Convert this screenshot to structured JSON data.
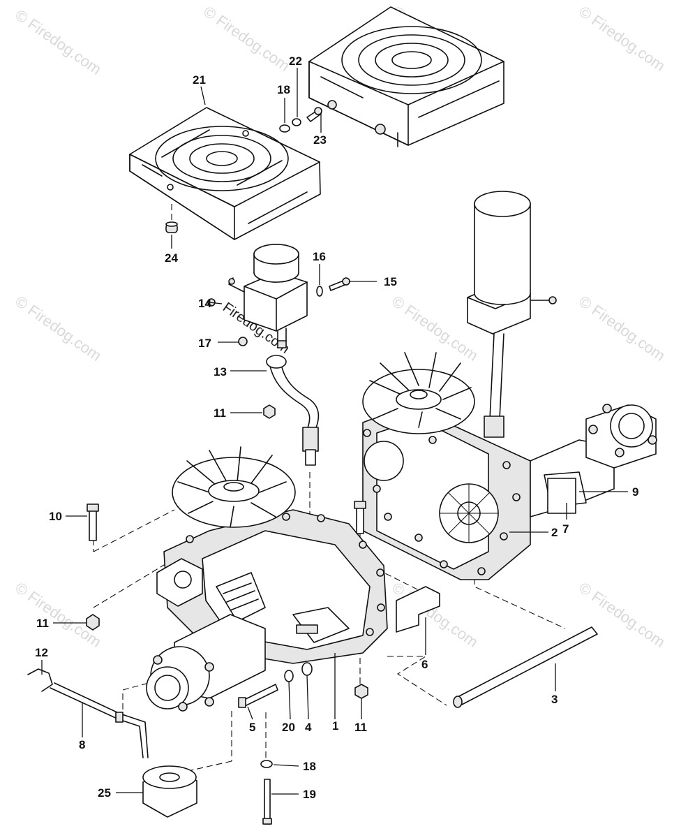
{
  "watermark": {
    "text": "© Firedog.com",
    "center_text": "Firedog.com"
  },
  "callouts": [
    {
      "id": "c1",
      "label": "1"
    },
    {
      "id": "c2",
      "label": "2"
    },
    {
      "id": "c3",
      "label": "3"
    },
    {
      "id": "c4",
      "label": "4"
    },
    {
      "id": "c5",
      "label": "5"
    },
    {
      "id": "c6",
      "label": "6"
    },
    {
      "id": "c7",
      "label": "7"
    },
    {
      "id": "c8",
      "label": "8"
    },
    {
      "id": "c9",
      "label": "9"
    },
    {
      "id": "c10",
      "label": "10"
    },
    {
      "id": "c11a",
      "label": "11"
    },
    {
      "id": "c11b",
      "label": "11"
    },
    {
      "id": "c11c",
      "label": "11"
    },
    {
      "id": "c12",
      "label": "12"
    },
    {
      "id": "c13",
      "label": "13"
    },
    {
      "id": "c14",
      "label": "14"
    },
    {
      "id": "c15",
      "label": "15"
    },
    {
      "id": "c16",
      "label": "16"
    },
    {
      "id": "c17",
      "label": "17"
    },
    {
      "id": "c18a",
      "label": "18"
    },
    {
      "id": "c18b",
      "label": "18"
    },
    {
      "id": "c19",
      "label": "19"
    },
    {
      "id": "c20",
      "label": "20"
    },
    {
      "id": "c21",
      "label": "21"
    },
    {
      "id": "c22",
      "label": "22"
    },
    {
      "id": "c23",
      "label": "23"
    },
    {
      "id": "c24",
      "label": "24"
    },
    {
      "id": "c25",
      "label": "25"
    }
  ]
}
